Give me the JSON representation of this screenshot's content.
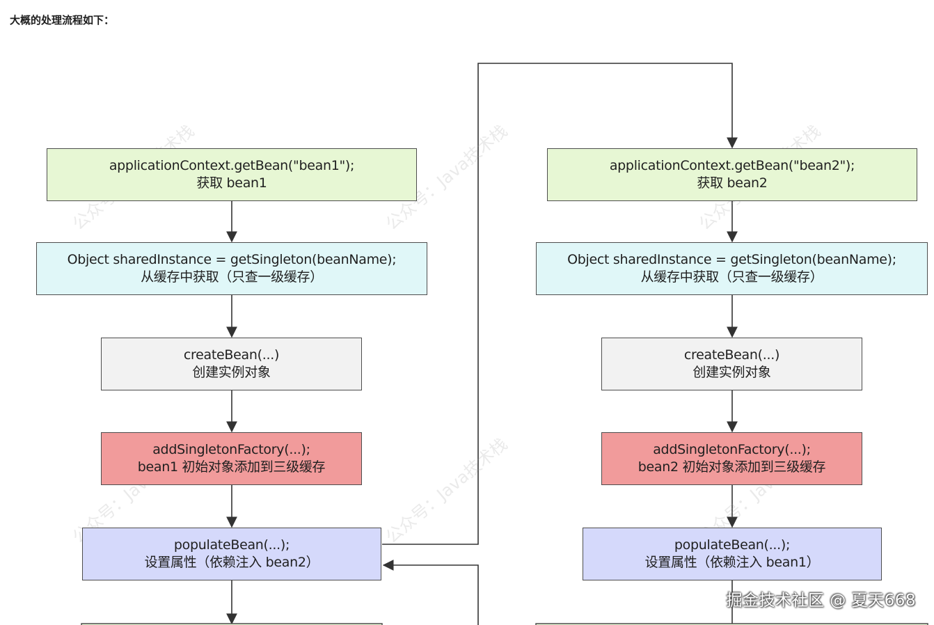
{
  "heading": "大概的处理流程如下：",
  "left_column": {
    "get_bean": {
      "line1": "applicationContext.getBean(\"bean1\");",
      "line2": "获取 bean1"
    },
    "get_singleton": {
      "line1": "Object sharedInstance = getSingleton(beanName);",
      "line2": "从缓存中获取（只查一级缓存）"
    },
    "create_bean": {
      "line1": "createBean(...)",
      "line2": "创建实例对象"
    },
    "add_singleton_factory": {
      "line1": "addSingletonFactory(...);",
      "line2": "bean1 初始对象添加到三级缓存"
    },
    "populate_bean": {
      "line1": "populateBean(...);",
      "line2": "设置属性（依赖注入 bean2）"
    }
  },
  "right_column": {
    "get_bean": {
      "line1": "applicationContext.getBean(\"bean2\");",
      "line2": "获取 bean2"
    },
    "get_singleton": {
      "line1": "Object sharedInstance = getSingleton(beanName);",
      "line2": "从缓存中获取（只查一级缓存）"
    },
    "create_bean": {
      "line1": "createBean(...)",
      "line2": "创建实例对象"
    },
    "add_singleton_factory": {
      "line1": "addSingletonFactory(...);",
      "line2": "bean2 初始对象添加到三级缓存"
    },
    "populate_bean": {
      "line1": "populateBean(...);",
      "line2": "设置属性（依赖注入 bean1）"
    }
  },
  "watermark": {
    "signature": "掘金技术社区 @ 夏天668",
    "diagonal_text": "公众号：Java技术栈"
  },
  "colors": {
    "green": "#e7f7d4",
    "cyan": "#e0f7f8",
    "grey": "#f2f2f2",
    "red": "#f19b9b",
    "violet": "#d5d9fb",
    "line": "#333333"
  }
}
